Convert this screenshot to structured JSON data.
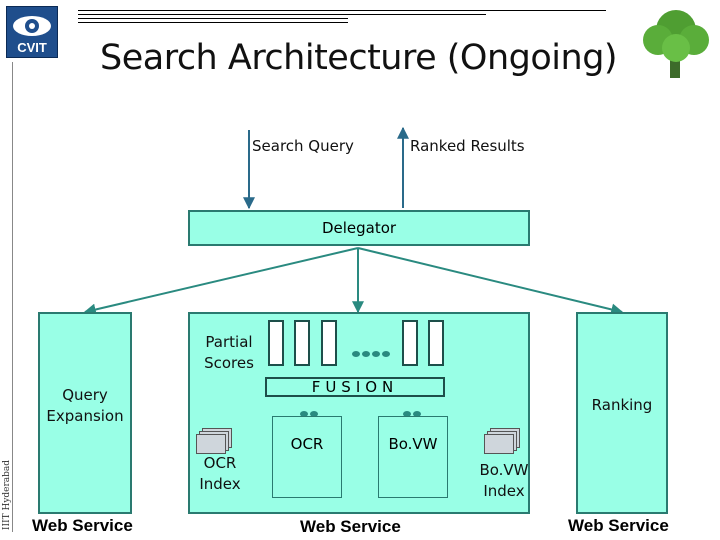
{
  "header": {
    "logo_text": "CVIT",
    "title": "Search Architecture (Ongoing)"
  },
  "side_watermark": "IIIT Hyderabad",
  "io": {
    "query_label": "Search Query",
    "results_label": "Ranked Results"
  },
  "nodes": {
    "delegator": "Delegator",
    "partial_scores_line1": "Partial",
    "partial_scores_line2": "Scores",
    "fusion": "FUSION",
    "ocr": "OCR",
    "bovw": "Bo.VW",
    "query_expansion_line1": "Query",
    "query_expansion_line2": "Expansion",
    "ranking": "Ranking",
    "ocr_index_line1": "OCR",
    "ocr_index_line2": "Index",
    "bovw_index_line1": "Bo.VW",
    "bovw_index_line2": "Index"
  },
  "web_services": {
    "left": "Web Service",
    "center": "Web Service",
    "right": "Web Service"
  },
  "colors": {
    "box_fill": "#99ffe6",
    "box_border": "#2a7a70",
    "arrow": "#2a8a80"
  },
  "icons": [
    "eye-logo-icon",
    "tree-logo-icon",
    "index-stack-icon"
  ]
}
